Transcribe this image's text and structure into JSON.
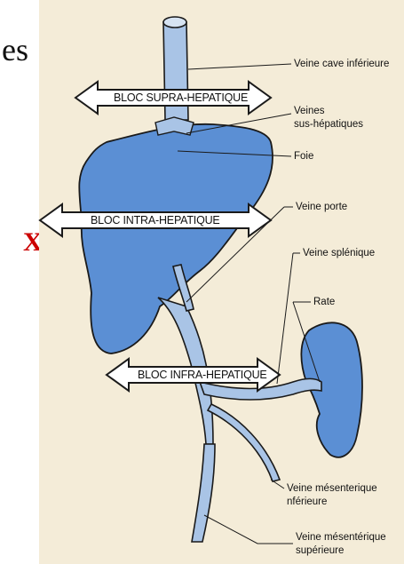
{
  "page": {
    "left_text_fragment": "es",
    "marker": "X",
    "marker_color": "#cc0000"
  },
  "diagram": {
    "blocks": {
      "supra": "BLOC SUPRA-HEPATIQUE",
      "intra": "BLOC INTRA-HEPATIQUE",
      "infra": "BLOC INFRA-HEPATIQUE"
    },
    "labels": {
      "veine_cave": "Veine cave inférieure",
      "veines_sus_hep_1": "Veines",
      "veines_sus_hep_2": "sus-hépatiques",
      "foie": "Foie",
      "veine_porte": "Veine porte",
      "veine_splenique": "Veine splénique",
      "rate": "Rate",
      "mes_inf_1": "Veine mésenterique",
      "mes_inf_2": "nférieure",
      "mes_sup_1": "Veine mésentérique",
      "mes_sup_2": "supérieure"
    },
    "colors": {
      "organ_fill": "#5b8fd4",
      "vessel_fill": "#a9c4e6",
      "outline": "#1a1a1a",
      "background": "#f4ecd8"
    }
  }
}
